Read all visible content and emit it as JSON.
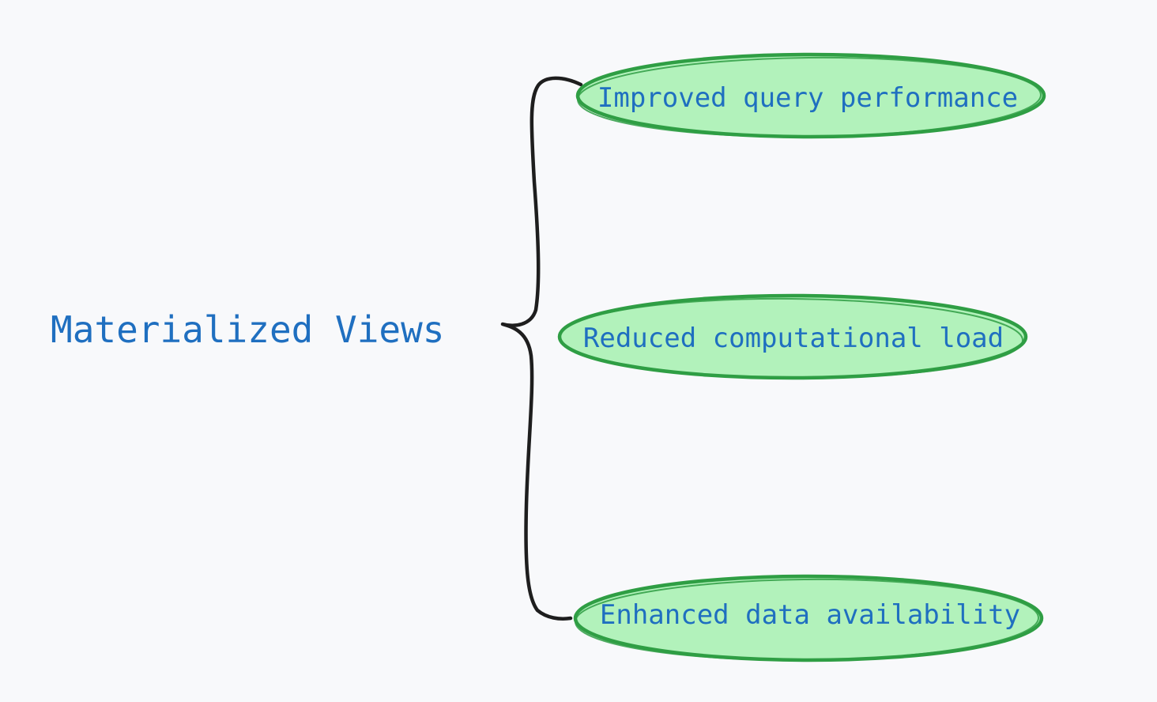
{
  "diagram": {
    "root": {
      "label": "Materialized Views"
    },
    "branches": [
      {
        "label": "Improved query performance"
      },
      {
        "label": "Reduced computational load"
      },
      {
        "label": "Enhanced data availability"
      }
    ]
  },
  "colors": {
    "background": "#f8f9fb",
    "text": "#1f6fc0",
    "node_fill": "#b2f2bb",
    "node_stroke": "#2f9e44",
    "brace_stroke": "#1e1e1e"
  }
}
